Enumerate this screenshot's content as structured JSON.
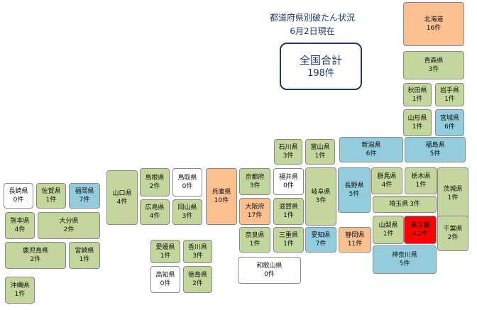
{
  "title": {
    "line1": "都道府県別破たん状況",
    "line2": "6月2日現在"
  },
  "total": {
    "label": "全国合計",
    "value": "198件"
  },
  "colors": {
    "zero": "#ffffff",
    "low": "#c3d69b",
    "mid": "#93cddd",
    "high": "#fac090",
    "max": "#ff0000"
  },
  "prefectures": [
    {
      "name": "北海道",
      "count": "16件",
      "level": "high"
    },
    {
      "name": "青森県",
      "count": "3件",
      "level": "low"
    },
    {
      "name": "秋田県",
      "count": "1件",
      "level": "low"
    },
    {
      "name": "岩手県",
      "count": "1件",
      "level": "low"
    },
    {
      "name": "山形県",
      "count": "1件",
      "level": "low"
    },
    {
      "name": "宮城県",
      "count": "6件",
      "level": "mid"
    },
    {
      "name": "新潟県",
      "count": "6件",
      "level": "mid"
    },
    {
      "name": "福島県",
      "count": "5件",
      "level": "mid"
    },
    {
      "name": "石川県",
      "count": "3件",
      "level": "low"
    },
    {
      "name": "富山県",
      "count": "1件",
      "level": "low"
    },
    {
      "name": "群馬県",
      "count": "4件",
      "level": "low"
    },
    {
      "name": "栃木県",
      "count": "1件",
      "level": "low"
    },
    {
      "name": "茨城県",
      "count": "1件",
      "level": "low"
    },
    {
      "name": "長野県",
      "count": "5件",
      "level": "mid"
    },
    {
      "name": "埼玉県",
      "count": "3件",
      "level": "low"
    },
    {
      "name": "山梨県",
      "count": "1件",
      "level": "low"
    },
    {
      "name": "東京都",
      "count": "42件",
      "level": "max"
    },
    {
      "name": "千葉県",
      "count": "2件",
      "level": "low"
    },
    {
      "name": "神奈川県",
      "count": "5件",
      "level": "mid"
    },
    {
      "name": "静岡県",
      "count": "11件",
      "level": "high"
    },
    {
      "name": "愛知県",
      "count": "7件",
      "level": "mid"
    },
    {
      "name": "岐阜県",
      "count": "3件",
      "level": "low"
    },
    {
      "name": "福井県",
      "count": "0件",
      "level": "zero"
    },
    {
      "name": "滋賀県",
      "count": "1件",
      "level": "low"
    },
    {
      "name": "三重県",
      "count": "1件",
      "level": "low"
    },
    {
      "name": "京都府",
      "count": "3件",
      "level": "low"
    },
    {
      "name": "大阪府",
      "count": "17件",
      "level": "high"
    },
    {
      "name": "奈良県",
      "count": "1件",
      "level": "low"
    },
    {
      "name": "和歌山県",
      "count": "0件",
      "level": "zero"
    },
    {
      "name": "兵庫県",
      "count": "10件",
      "level": "high"
    },
    {
      "name": "鳥取県",
      "count": "0件",
      "level": "zero"
    },
    {
      "name": "岡山県",
      "count": "3件",
      "level": "low"
    },
    {
      "name": "島根県",
      "count": "2件",
      "level": "low"
    },
    {
      "name": "広島県",
      "count": "4件",
      "level": "low"
    },
    {
      "name": "山口県",
      "count": "4件",
      "level": "low"
    },
    {
      "name": "愛媛県",
      "count": "1件",
      "level": "low"
    },
    {
      "name": "香川県",
      "count": "3件",
      "level": "low"
    },
    {
      "name": "高知県",
      "count": "0件",
      "level": "zero"
    },
    {
      "name": "徳島県",
      "count": "2件",
      "level": "low"
    },
    {
      "name": "長崎県",
      "count": "0件",
      "level": "zero"
    },
    {
      "name": "佐賀県",
      "count": "1件",
      "level": "low"
    },
    {
      "name": "福岡県",
      "count": "7件",
      "level": "mid"
    },
    {
      "name": "熊本県",
      "count": "4件",
      "level": "low"
    },
    {
      "name": "大分県",
      "count": "2件",
      "level": "low"
    },
    {
      "name": "鹿児島県",
      "count": "2件",
      "level": "low"
    },
    {
      "name": "宮崎県",
      "count": "1件",
      "level": "low"
    },
    {
      "name": "沖縄県",
      "count": "1件",
      "level": "low"
    }
  ]
}
